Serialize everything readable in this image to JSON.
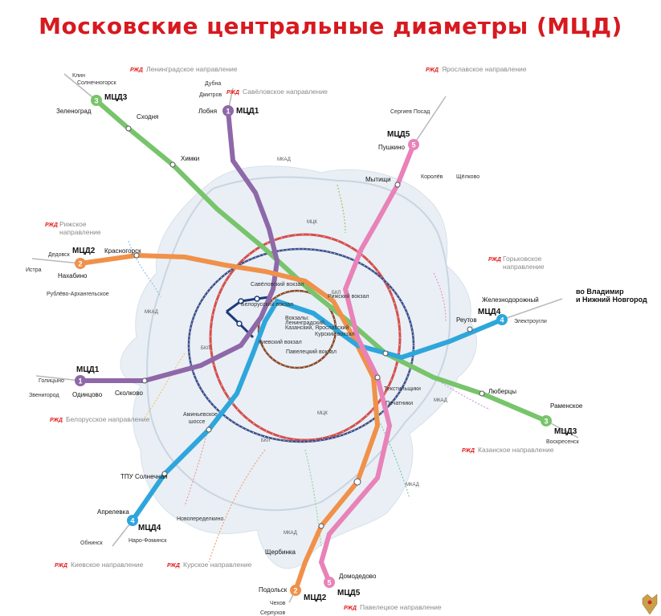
{
  "title": "Московские центральные диаметры (МЦД)",
  "colors": {
    "mcd1": "#8e68a8",
    "mcd2": "#f0914a",
    "mcd3": "#78c46c",
    "mcd4": "#2ea6dc",
    "mcd5": "#e882b8",
    "mck": "#d4504d",
    "bkl": "#3d4f8a",
    "ring": "#8b4a2a",
    "rzd_red": "#e21a1a",
    "city_fill": "#e9eff5"
  },
  "lines": {
    "mcd1": {
      "number": "1",
      "name": "МЦД1",
      "icon": "circle-number-badge"
    },
    "mcd2": {
      "number": "2",
      "name": "МЦД2",
      "icon": "circle-number-badge"
    },
    "mcd3": {
      "number": "3",
      "name": "МЦД3",
      "icon": "circle-number-badge"
    },
    "mcd4": {
      "number": "4",
      "name": "МЦД4",
      "icon": "circle-number-badge"
    },
    "mcd5": {
      "number": "5",
      "name": "МЦД5",
      "icon": "circle-number-badge"
    }
  },
  "directions": {
    "rzd_logo": "РЖД",
    "leningradskoe": "Ленинградское направление",
    "yaroslavskoe": "Ярославское направление",
    "savelovskoe": "Савёловское направление",
    "rizhskoe_1": "Рижское",
    "rizhskoe_2": "направление",
    "gorkovskoe_1": "Горьковское",
    "gorkovskoe_2": "направление",
    "vladimir_1": "во Владимир",
    "vladimir_2": "и Нижний Новгород",
    "belorusskoe": "Белорусское направление",
    "kazanskoe": "Казанское направление",
    "kievskoe": "Киевское направление",
    "kurskoe": "Курское направление",
    "paveletskoe": "Павелецкое направление"
  },
  "stations": {
    "klin": "Клин",
    "solnechnogorsk": "Солнечногорск",
    "dubna": "Дубна",
    "dmitrov": "Дмитров",
    "zelenograd": "Зеленоград",
    "skhodnya": "Сходня",
    "khimki": "Химки",
    "lobnya": "Лобня",
    "sergiev_posad": "Сергиев Посад",
    "pushkino": "Пушкино",
    "mytishchi": "Мытищи",
    "korolev": "Королёв",
    "shchelkovo": "Щёлково",
    "dedovsk": "Дедовск",
    "istra": "Истра",
    "krasnogorsk": "Красногорск",
    "nakhabino": "Нахабино",
    "rublevo": "Рублёво-Архангельское",
    "zheleznodorozhny": "Железнодорожный",
    "reutov": "Реутов",
    "elektrougli": "Электроугли",
    "golitsyno": "Голицыно",
    "zvenigorod": "Звенигород",
    "odintsovo": "Одинцово",
    "skolkovo": "Сколково",
    "lyubertsy": "Люберцы",
    "ramenskoe": "Раменское",
    "voskresensk": "Воскресенск",
    "aminyevskoe_1": "Аминьевское",
    "aminyevskoe_2": "шоссе",
    "tekstilshchiki": "Текстильщики",
    "pechatniki": "Печатники",
    "tpu_solnechnaya": "ТПУ Солнечная",
    "aprelevka": "Апрелевка",
    "novoperedelkino": "Новопеределкино",
    "obninsk": "Обнинск",
    "naro_fominsk": "Наро-Фоминск",
    "shcherbinka": "Щербинка",
    "podolsk": "Подольск",
    "domodedovo": "Домодедово",
    "chekhov": "Чехов",
    "serpukhov": "Серпухов",
    "savelovsky": "Савёловский вокзал",
    "rizhsky": "Рижский вокзал",
    "belorussky": "Белорусский вокзал",
    "three_stations_1": "Вокзалы:",
    "three_stations_2": "Ленинградский,",
    "three_stations_3": "Казанский, Ярославский",
    "kievsky": "Киевский вокзал",
    "kursky": "Курский вокзал",
    "paveletsky": "Павелецкий вокзал"
  },
  "ring_labels": {
    "mck": "МЦК",
    "bkl": "БКЛ",
    "mkad": "МКАД"
  }
}
